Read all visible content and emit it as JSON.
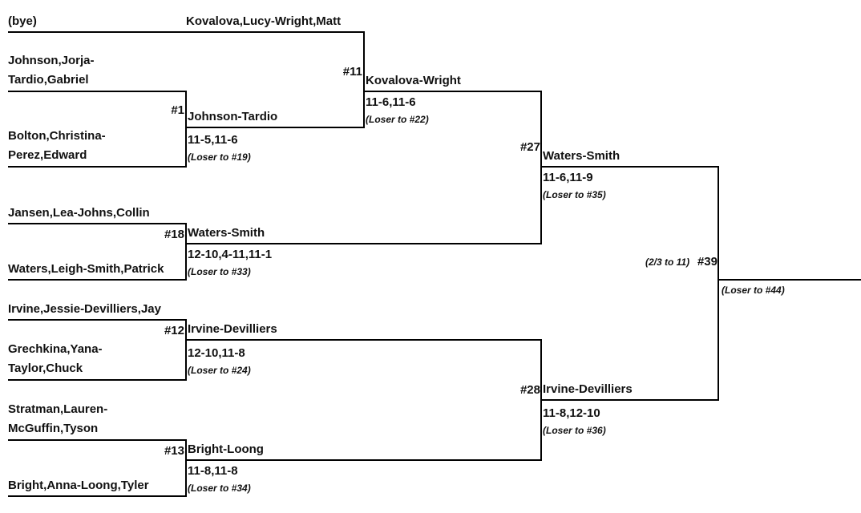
{
  "entries": {
    "bye": "(bye)",
    "johnson_tardio": "Johnson,Jorja-\nTardio,Gabriel",
    "bolton_perez": "Bolton,Christina-\nPerez,Edward",
    "jansen_johns": "Jansen,Lea-Johns,Collin",
    "waters_smith": "Waters,Leigh-Smith,Patrick",
    "irvine_devilliers": "Irvine,Jessie-Devilliers,Jay",
    "grechkina_taylor": "Grechkina,Yana-\nTaylor,Chuck",
    "stratman_mcguffin": "Stratman,Lauren-\nMcGuffin,Tyson",
    "bright_loong": "Bright,Anna-Loong,Tyler"
  },
  "round1": {
    "kovalova_wright_team": "Kovalova,Lucy-Wright,Matt",
    "m1": {
      "num": "#1",
      "winner": "Johnson-Tardio",
      "score": "11-5,11-6",
      "loser": "(Loser to #19)"
    },
    "m18": {
      "num": "#18",
      "winner": "Waters-Smith",
      "score": "12-10,4-11,11-1",
      "loser": "(Loser to #33)"
    },
    "m12": {
      "num": "#12",
      "winner": "Irvine-Devilliers",
      "score": "12-10,11-8",
      "loser": "(Loser to #24)"
    },
    "m13": {
      "num": "#13",
      "winner": "Bright-Loong",
      "score": "11-8,11-8",
      "loser": "(Loser to #34)"
    }
  },
  "round2": {
    "m11": {
      "num": "#11",
      "winner": "Kovalova-Wright",
      "score": "11-6,11-6",
      "loser": "(Loser to #22)"
    }
  },
  "round3": {
    "m27": {
      "num": "#27",
      "winner": "Waters-Smith",
      "score": "11-6,11-9",
      "loser": "(Loser to #35)"
    },
    "m28": {
      "num": "#28",
      "winner": "Irvine-Devilliers",
      "score": "11-8,12-10",
      "loser": "(Loser to #36)"
    }
  },
  "final": {
    "m39": {
      "num": "#39",
      "note": "(2/3 to 11)",
      "loser": "(Loser to #44)"
    }
  }
}
